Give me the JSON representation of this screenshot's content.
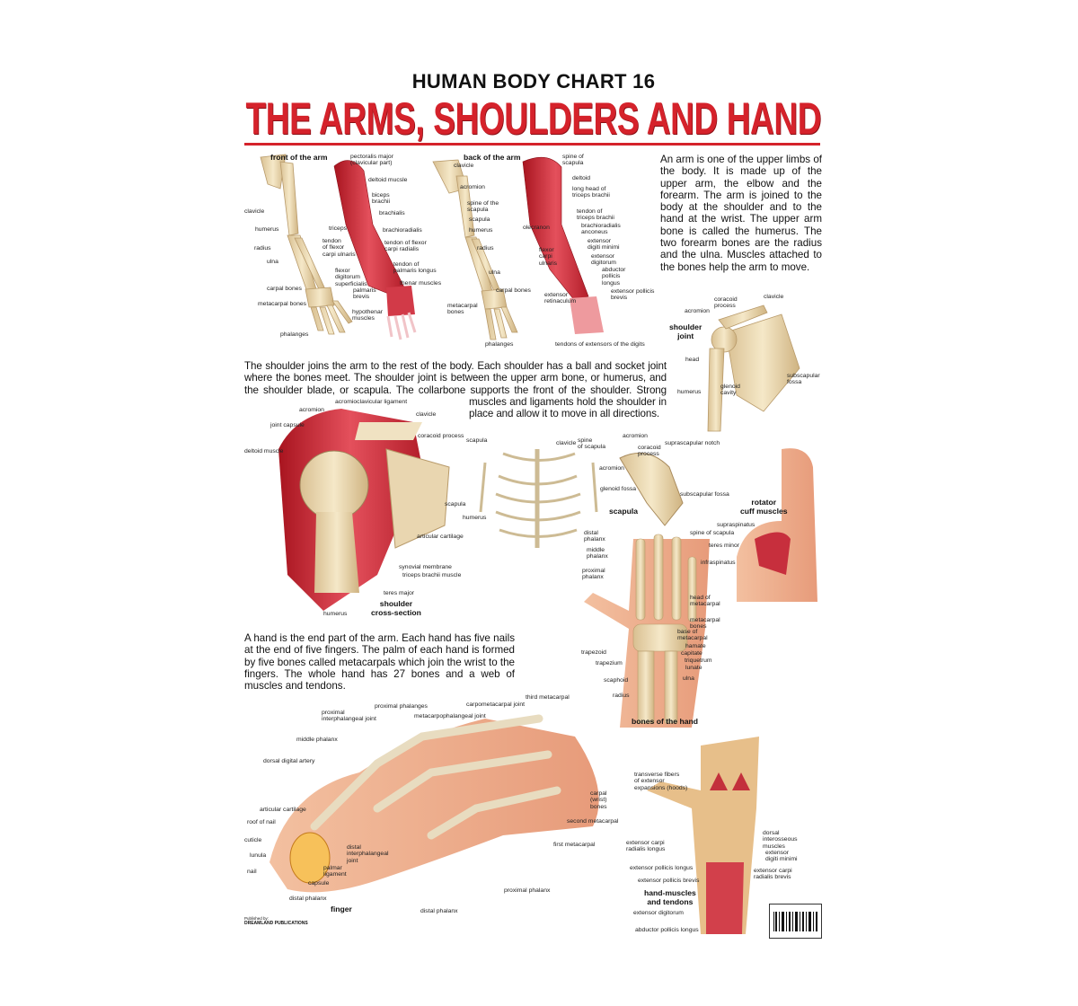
{
  "header": {
    "series_title": "HUMAN BODY CHART 16",
    "main_title": "THE ARMS, SHOULDERS AND HAND"
  },
  "paragraphs": {
    "arm": "An arm is one of the upper limbs of the body. It is made up of the upper arm, the elbow and the forearm. The arm is joined to the body at the shoulder and to the hand at the wrist. The upper arm bone is called the humerus. The two forearm bones are the radius and the ulna. Muscles attached to the bones help the arm to move.",
    "shoulder_a": "The shoulder joins the arm to the rest of the body. Each shoulder has a ball and socket joint where the bones meet. The shoulder joint is between the upper arm bone, or humerus, and the shoulder blade, or scapula. The collarbone supports the front of",
    "shoulder_b": "the shoulder. Strong muscles and ligaments hold the shoulder in place and allow it to move in all directions.",
    "hand": "A hand is the end part of the arm. Each hand has five nails at the end of five fingers. The palm of each hand is formed by five bones called metacarpals which join the wrist to the fingers. The whole hand has 27 bones and a web of muscles and tendons."
  },
  "diagrams": {
    "front_arm": {
      "caption": "front of the arm",
      "labels": [
        "clavicle",
        "humerus",
        "radius",
        "ulna",
        "carpal bones",
        "metacarpal bones",
        "phalanges",
        "pectoralis major\n(clavicular part)",
        "deltoid mucsle",
        "biceps\nbrachii",
        "brachialis",
        "triceps",
        "brachioradialis",
        "tendon\nof flexor\ncarpi ulnaris",
        "tendon of flexor\ncarpi radialis",
        "tendon of\npalmaris longus",
        "flexor\ndigitorum\nsuperficialis",
        "thenar muscles",
        "palmaris\nbrevis",
        "hypothenar\nmuscles"
      ]
    },
    "back_arm": {
      "caption": "back of the arm",
      "labels": [
        "clavicle",
        "acromion",
        "spine of the\nscapula",
        "scapula",
        "humerus",
        "radius",
        "ulna",
        "carpal bones",
        "metacarpal\nbones",
        "phalanges",
        "spine of\nscapula",
        "deltoid",
        "long head of\ntriceps brachii",
        "tendon of\ntriceps brachii",
        "olecranon",
        "brachioradialis\nanconeus",
        "flexor\ncarpi\nulnaris",
        "extensor\ndigiti minimi",
        "extensor\ndigitorum",
        "abductor\npollicis\nlongus",
        "extensor pollicis\nbrevis",
        "extensor\nretinaculum",
        "tendons of extensors of the digits"
      ]
    },
    "shoulder_joint": {
      "caption": "shoulder\njoint",
      "labels": [
        "coracoid\nprocess",
        "clavicle",
        "acromion",
        "head",
        "subscapular\nfossa",
        "glenoid\ncavity",
        "humerus"
      ]
    },
    "shoulder_section": {
      "caption": "shoulder\ncross-section",
      "labels": [
        "acromioclavicular ligament",
        "acromion",
        "clavicle",
        "joint capsule",
        "coracoid process",
        "deltoid muscle",
        "scapula",
        "humerus",
        "articular cartilage",
        "synovial membrane",
        "triceps brachii muscle",
        "teres major",
        "humerus"
      ]
    },
    "scapula": {
      "caption": "scapula",
      "labels": [
        "scapula",
        "clavicle",
        "spine\nof scapula",
        "acromion",
        "coracoid\nprocess",
        "suprascapular notch",
        "acromion",
        "glenoid fossa",
        "subscapular fossa"
      ]
    },
    "rotator_cuff": {
      "caption": "rotator\ncuff muscles",
      "labels": [
        "supraspinatus",
        "spine of scapula",
        "teres minor",
        "infraspinatus"
      ]
    },
    "hand_bones": {
      "caption": "bones of the hand",
      "labels": [
        "distal\nphalanx",
        "middle\nphalanx",
        "proximal\nphalanx",
        "head of\nmetacarpal",
        "metacarpal\nbones",
        "base of\nmetacarpal",
        "hamate",
        "capitate",
        "triquetrum",
        "lunate",
        "trapezoid",
        "trapezium",
        "scaphoid",
        "ulna",
        "radius"
      ]
    },
    "finger": {
      "caption": "finger",
      "labels": [
        "third metacarpal",
        "carpometacarpal joint",
        "proximal phalanges",
        "proximal\ninterphalangeal joint",
        "metacarpophalangeal joint",
        "middle phalanx",
        "dorsal digital artery",
        "carpal\n(wrist)\nbones",
        "second metacarpal",
        "articular cartilage",
        "roof of nail",
        "cuticle",
        "first metacarpal",
        "lunula",
        "distal\ninterphalangeal\njoint",
        "nail",
        "palmar\nligament",
        "capsule",
        "proximal phalanx",
        "distal phalanx",
        "distal phalanx"
      ]
    },
    "hand_muscles": {
      "caption": "hand-muscles\nand tendons",
      "labels": [
        "transverse fibers\nof extensor\nexpansions (hoods)",
        "extensor carpi\nradialis longus",
        "dorsal\ninterosseous\nmuscles",
        "extensor\ndigiti minimi",
        "extensor carpi\nradialis brevis",
        "extensor pollicis longus",
        "extensor pollicis brevis",
        "extensor digitorum",
        "abductor pollicis longus"
      ]
    }
  },
  "publisher": {
    "label": "Published by:",
    "name": "DREAMLAND PUBLICATIONS"
  },
  "colors": {
    "title_red": "#d5222b",
    "bone": "#ecd9b0",
    "muscle": "#d23a48",
    "skin": "#f0b89a"
  }
}
